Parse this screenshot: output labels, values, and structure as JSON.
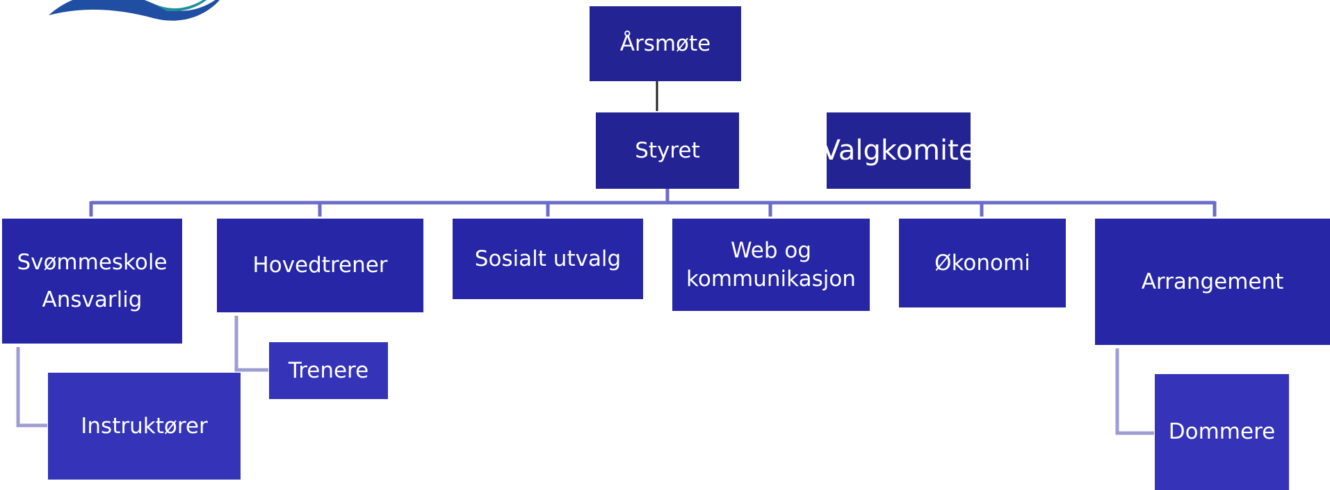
{
  "root": "Årsmøte",
  "board": "Styret",
  "election_committee": "Valgkomite",
  "departments": [
    {
      "id": "svommeskole",
      "label": "Svømmeskole\nAnsvarlig"
    },
    {
      "id": "hovedtrener",
      "label": "Hovedtrener"
    },
    {
      "id": "sosialt",
      "label": "Sosialt utvalg"
    },
    {
      "id": "web",
      "label": "Web og\nkommunikasjon"
    },
    {
      "id": "okonomi",
      "label": "Økonomi"
    },
    {
      "id": "arrangement",
      "label": "Arrangement"
    }
  ],
  "subunits": {
    "svommeskole": "Instruktører",
    "hovedtrener": "Trenere",
    "arrangement": "Dommere"
  },
  "colors": {
    "box_dark": "#232394",
    "box_mid": "#2626a6",
    "box_light": "#3534b8",
    "connector": "#6b6bc8",
    "sub_connector": "#9d9dd2",
    "root_connector": "#222222"
  },
  "logo": "swimming-club-wave-logo"
}
